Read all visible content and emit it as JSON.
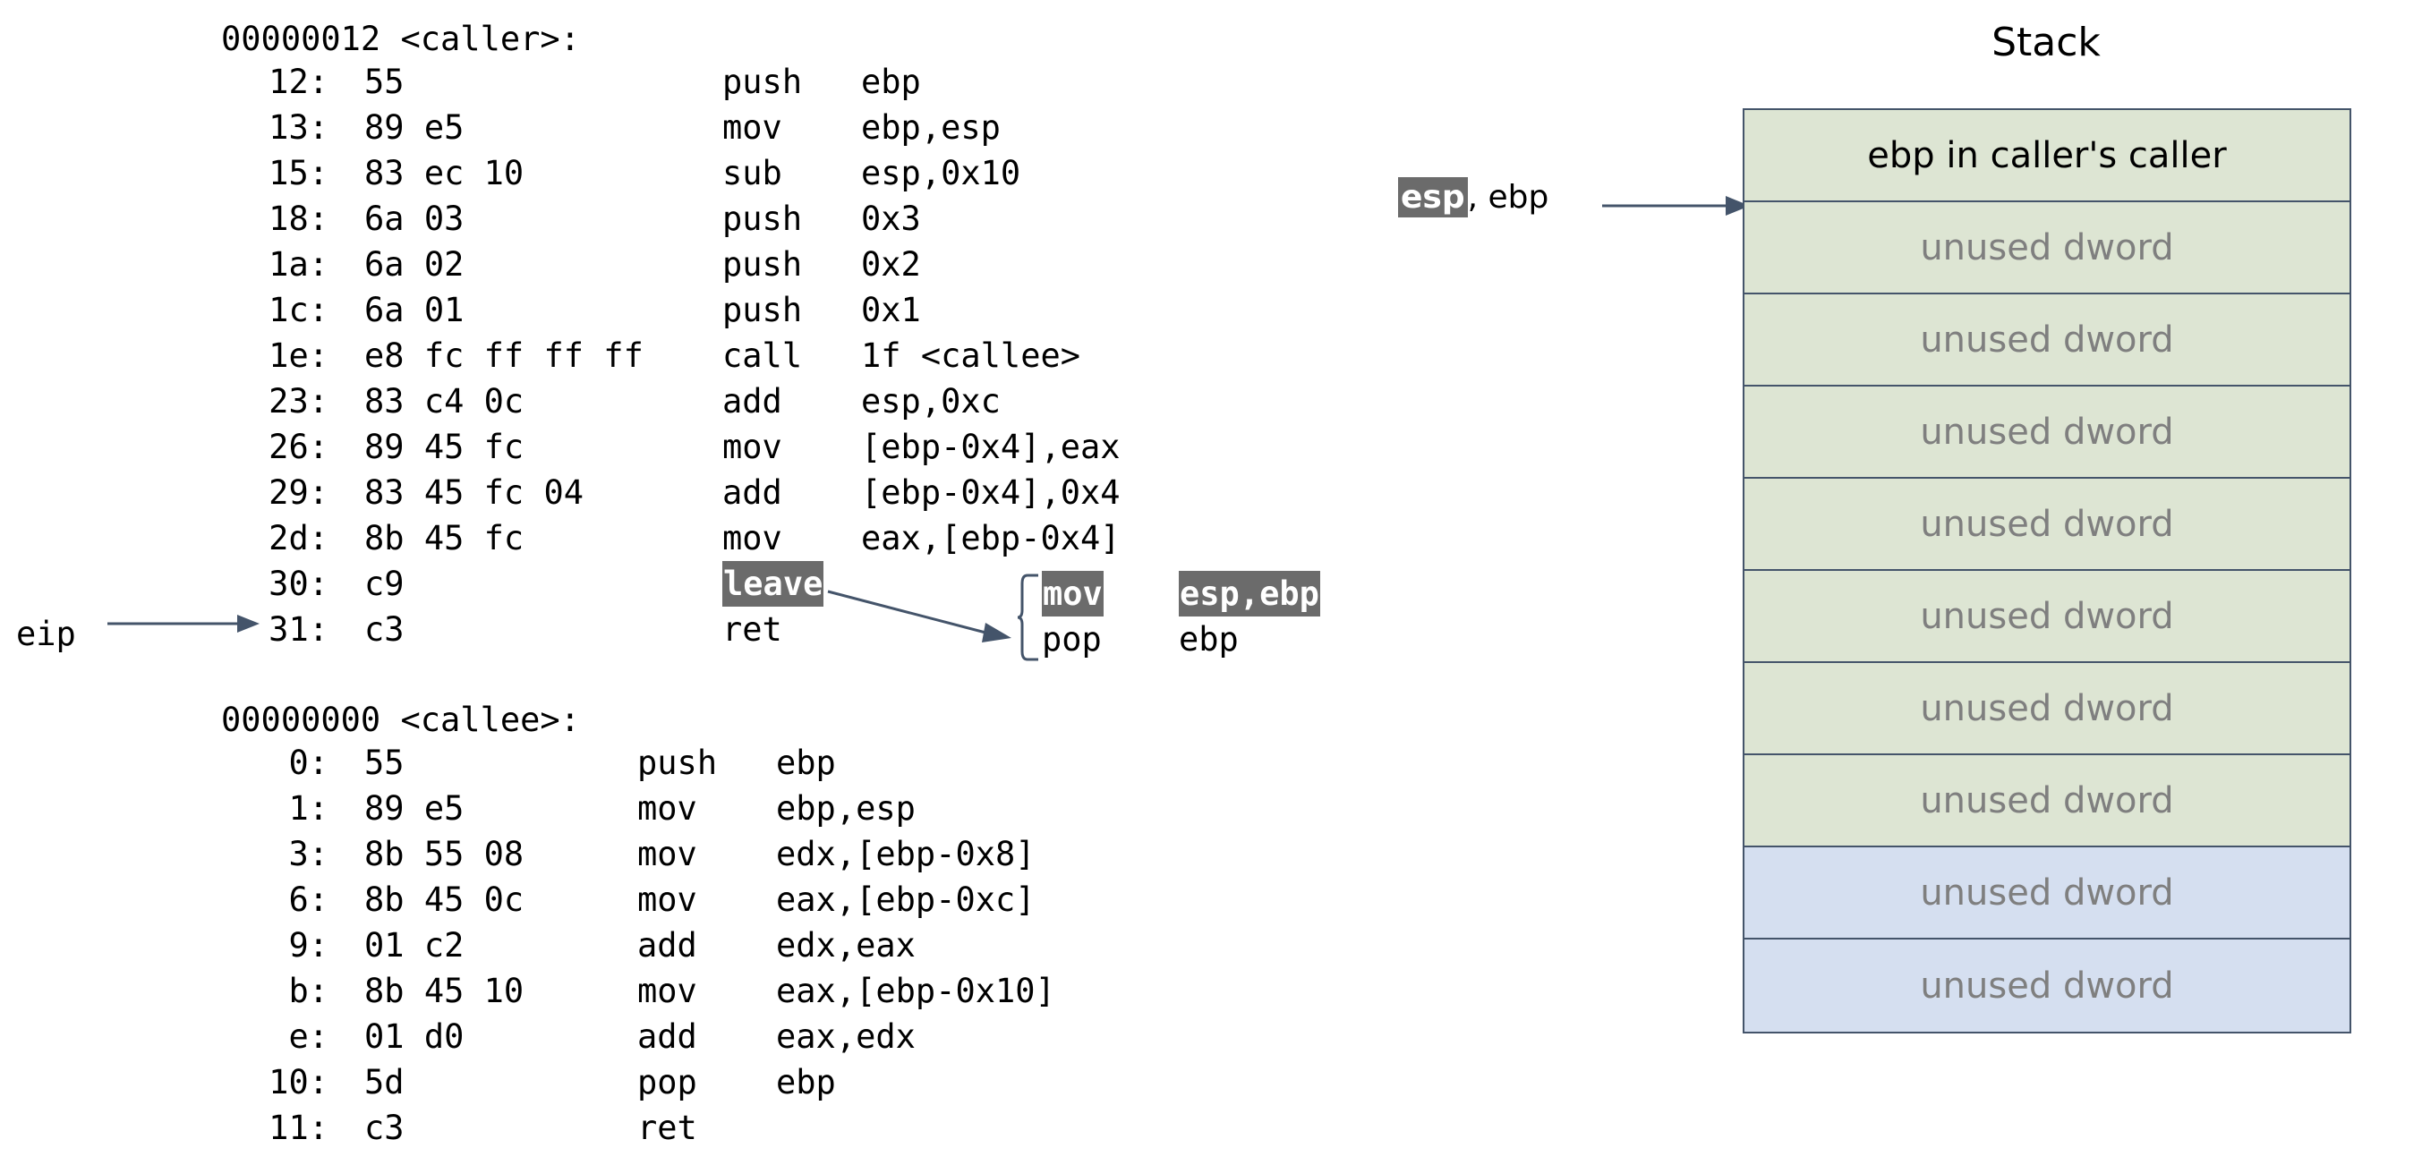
{
  "disassembly": {
    "caller": {
      "header": "00000012 <caller>:",
      "rows": [
        {
          "addr": "12:",
          "bytes": "55",
          "mn": "push",
          "op": "ebp"
        },
        {
          "addr": "13:",
          "bytes": "89 e5",
          "mn": "mov",
          "op": "ebp,esp"
        },
        {
          "addr": "15:",
          "bytes": "83 ec 10",
          "mn": "sub",
          "op": "esp,0x10"
        },
        {
          "addr": "18:",
          "bytes": "6a 03",
          "mn": "push",
          "op": "0x3"
        },
        {
          "addr": "1a:",
          "bytes": "6a 02",
          "mn": "push",
          "op": "0x2"
        },
        {
          "addr": "1c:",
          "bytes": "6a 01",
          "mn": "push",
          "op": "0x1"
        },
        {
          "addr": "1e:",
          "bytes": "e8 fc ff ff ff",
          "mn": "call",
          "op": "1f <callee>"
        },
        {
          "addr": "23:",
          "bytes": "83 c4 0c",
          "mn": "add",
          "op": "esp,0xc"
        },
        {
          "addr": "26:",
          "bytes": "89 45 fc",
          "mn": "mov",
          "op": "[ebp-0x4],eax"
        },
        {
          "addr": "29:",
          "bytes": "83 45 fc 04",
          "mn": "add",
          "op": "[ebp-0x4],0x4"
        },
        {
          "addr": "2d:",
          "bytes": "8b 45 fc",
          "mn": "mov",
          "op": "eax,[ebp-0x4]"
        },
        {
          "addr": "30:",
          "bytes": "c9",
          "mn": "leave",
          "op": "",
          "highlight": true
        },
        {
          "addr": "31:",
          "bytes": "c3",
          "mn": "ret",
          "op": ""
        }
      ]
    },
    "callee": {
      "header": "00000000 <callee>:",
      "rows": [
        {
          "addr": "0:",
          "bytes": "55",
          "mn": "push",
          "op": "ebp"
        },
        {
          "addr": "1:",
          "bytes": "89 e5",
          "mn": "mov",
          "op": "ebp,esp"
        },
        {
          "addr": "3:",
          "bytes": "8b 55 08",
          "mn": "mov",
          "op": "edx,[ebp-0x8]"
        },
        {
          "addr": "6:",
          "bytes": "8b 45 0c",
          "mn": "mov",
          "op": "eax,[ebp-0xc]"
        },
        {
          "addr": "9:",
          "bytes": "01 c2",
          "mn": "add",
          "op": "edx,eax"
        },
        {
          "addr": "b:",
          "bytes": "8b 45 10",
          "mn": "mov",
          "op": "eax,[ebp-0x10]"
        },
        {
          "addr": "e:",
          "bytes": "01 d0",
          "mn": "add",
          "op": "eax,edx"
        },
        {
          "addr": "10:",
          "bytes": "5d",
          "mn": "pop",
          "op": "ebp"
        },
        {
          "addr": "11:",
          "bytes": "c3",
          "mn": "ret",
          "op": ""
        }
      ]
    }
  },
  "leave_expansion": {
    "rows": [
      {
        "mn": "mov",
        "op": "esp,ebp",
        "highlight": true
      },
      {
        "mn": "pop",
        "op": "ebp",
        "highlight": false
      }
    ]
  },
  "pointers": {
    "eip_label": "eip",
    "esp_label": "esp",
    "esp_separator": ", ",
    "ebp_label": "ebp"
  },
  "stack": {
    "title": "Stack",
    "cells": [
      {
        "text": "ebp in caller's caller",
        "fill": "green",
        "tone": "dark"
      },
      {
        "text": "unused dword",
        "fill": "green",
        "tone": "muted"
      },
      {
        "text": "unused dword",
        "fill": "green",
        "tone": "muted"
      },
      {
        "text": "unused dword",
        "fill": "green",
        "tone": "muted"
      },
      {
        "text": "unused dword",
        "fill": "green",
        "tone": "muted"
      },
      {
        "text": "unused dword",
        "fill": "green",
        "tone": "muted"
      },
      {
        "text": "unused dword",
        "fill": "green",
        "tone": "muted"
      },
      {
        "text": "unused dword",
        "fill": "green",
        "tone": "muted"
      },
      {
        "text": "unused dword",
        "fill": "blue",
        "tone": "muted"
      },
      {
        "text": "unused dword",
        "fill": "blue",
        "tone": "muted"
      }
    ]
  },
  "colors": {
    "stack_green": "#dde5d3",
    "stack_blue": "#d5dff0",
    "stack_border": "#44546a",
    "arrow": "#44546a",
    "highlight_bg": "#6b6b6b",
    "muted_text": "#7f7f7f"
  }
}
